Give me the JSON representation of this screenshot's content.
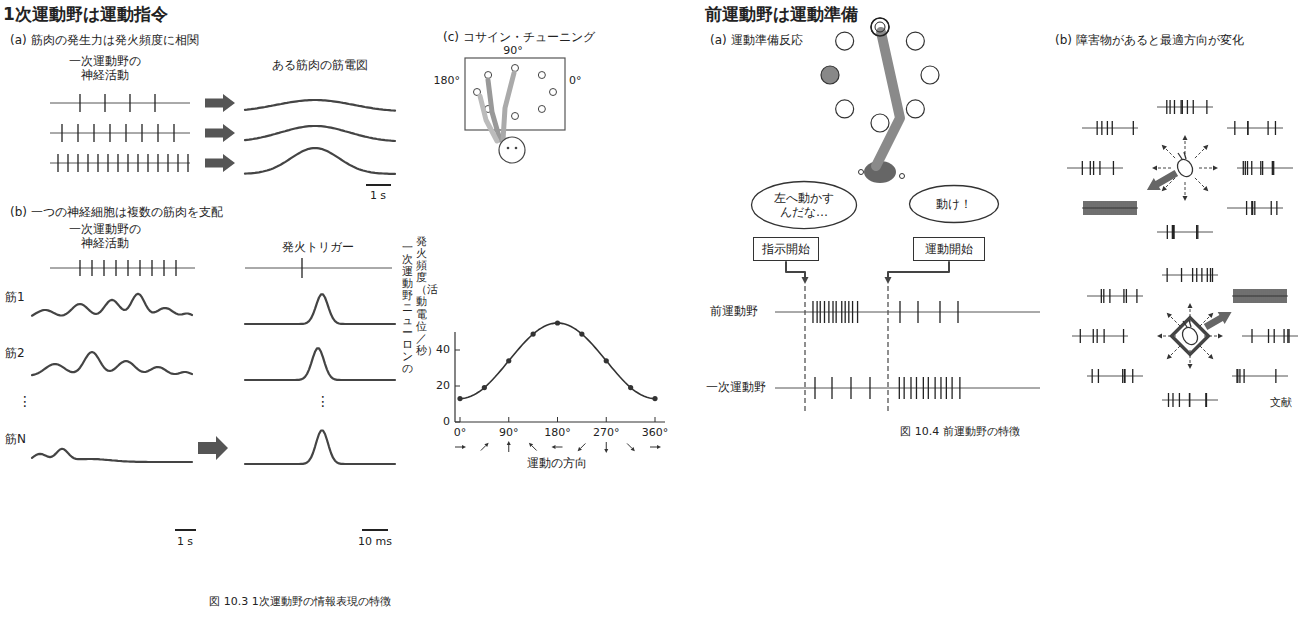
{
  "diagram": {
    "title": "1次運動野は運動指令",
    "caption": "図 10.3 1次運動野の情報表現の特徴",
    "nodes": [
      {
        "text": [
          "左へ動かす んだな…"
        ]
      },
      {
        "text": [
          "動け！"
        ]
      },
      {
        "text": [
          "指示開始"
        ]
      },
      {
        "text": [
          "運動開始"
        ]
      }
    ],
    "labels": [
      "前運動野は運動準備",
      "(a) 筋肉の発生力は発火頻度に相関",
      "一次運動野の 神経活動",
      "ある筋肉の筋電図",
      "1 s",
      "(b) 一つの神経細胞は複数の筋肉を支配",
      "一次運動野の 神経活動",
      "発火トリガー",
      "筋1",
      "筋2",
      "⋮",
      "筋N",
      "1 s",
      "10 ms",
      "(c) コサイン・チューニング",
      "90°",
      "180°",
      "0°",
      "一次運動野ニューロンの",
      "発火頻度（活動電位／秒）",
      "0",
      "20",
      "40",
      "0°",
      "90°",
      "180°",
      "270°",
      "360°",
      "運動の方向",
      "(a) 運動準備反応",
      "(b) 障害物があると最適方向が変化",
      "前運動野",
      "一次運動野",
      "文献",
      "図 10.4 前運動野の特徴",
      "⋮"
    ]
  }
}
